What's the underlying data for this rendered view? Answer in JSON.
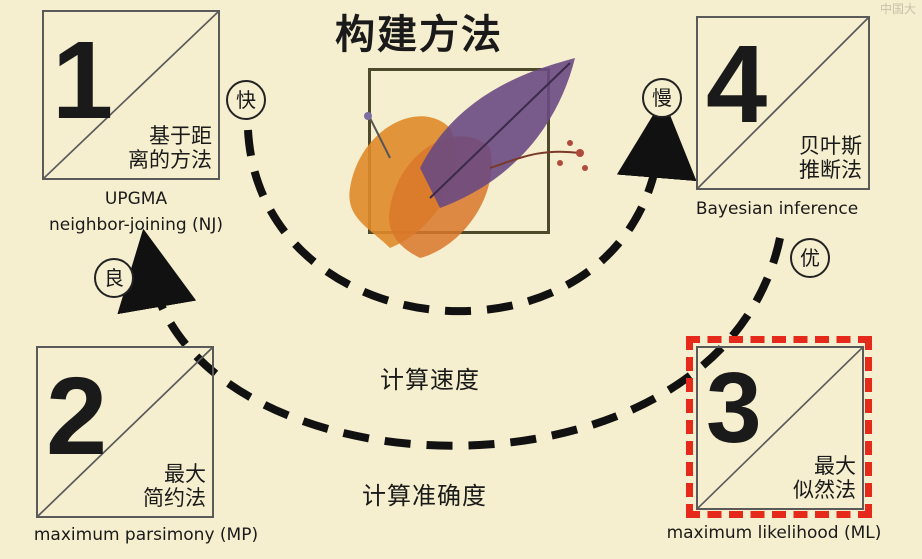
{
  "title": "构建方法",
  "watermark": "中国大",
  "methods": [
    {
      "number": "1",
      "desc_line1": "基于距",
      "desc_line2": "离的方法",
      "name_line1": "UPGMA",
      "name_line2": "neighbor-joining (NJ)"
    },
    {
      "number": "2",
      "desc_line1": "最大",
      "desc_line2": "简约法",
      "name_line1": "maximum parsimony (MP)"
    },
    {
      "number": "3",
      "desc_line1": "最大",
      "desc_line2": "似然法",
      "name_line1": "maximum likelihood (ML)",
      "highlighted": true
    },
    {
      "number": "4",
      "desc_line1": "贝叶斯",
      "desc_line2": "推断法",
      "name_line1": "Bayesian inference"
    }
  ],
  "badges": {
    "fast": "快",
    "slow": "慢",
    "good": "良",
    "excellent": "优"
  },
  "axes": {
    "speed": "计算速度",
    "accuracy": "计算准确度"
  },
  "colors": {
    "background": "#f6efcf",
    "highlight": "#e52a1c",
    "arrow": "#111111",
    "leaf_orange": "#e08a2a",
    "leaf_purple": "#6a4a82"
  }
}
